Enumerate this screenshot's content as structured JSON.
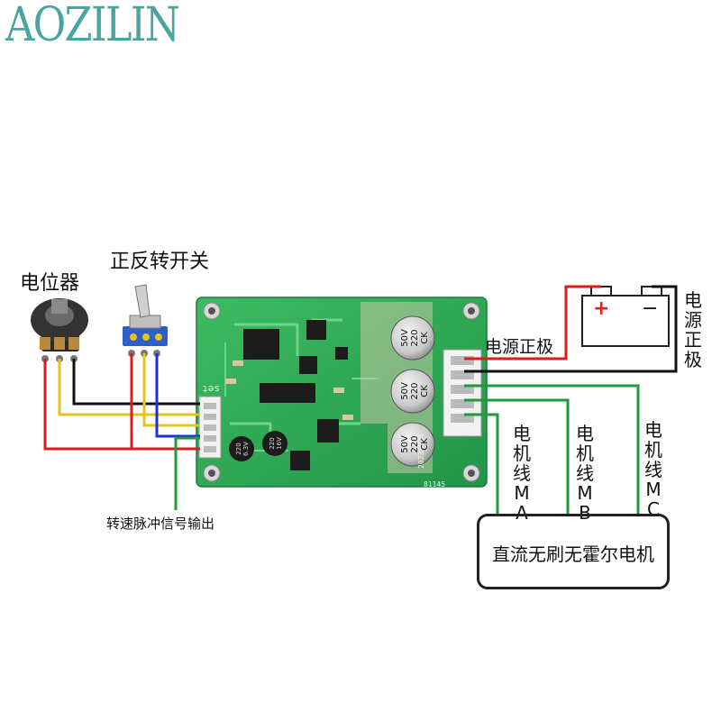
{
  "brand": "AOZILIN",
  "labels": {
    "potentiometer": "电位器",
    "direction_switch": "正反转开关",
    "power_positive": "电源正极",
    "power_negative": "电源正极",
    "motor_a": "电机线MA",
    "motor_b": "电机线MB",
    "motor_c": "电机线MC",
    "motor": "直流无刷无霍尔电机",
    "pulse_output": "转速脉冲信号输出"
  },
  "battery": {
    "plus": "+",
    "minus": "−"
  },
  "board": {
    "set_label": "set",
    "date_code": "20230524",
    "part_code": "81145",
    "capacitors": [
      {
        "brand": "CK",
        "cap": "220",
        "volt": "50V"
      },
      {
        "brand": "CK",
        "cap": "220",
        "volt": "50V"
      },
      {
        "brand": "CK",
        "cap": "220",
        "volt": "50V"
      }
    ],
    "small_caps": [
      {
        "line1": "220",
        "line2": "6.3V"
      },
      {
        "line1": "220",
        "line2": "16V"
      }
    ]
  },
  "colors": {
    "brand": "#4aa4a0",
    "board": "#2faa55",
    "wire_red": "#d81e1e",
    "wire_yellow": "#e8c21a",
    "wire_blue": "#1c2fd8",
    "wire_black": "#111111",
    "wire_green": "#1e9a3a"
  }
}
